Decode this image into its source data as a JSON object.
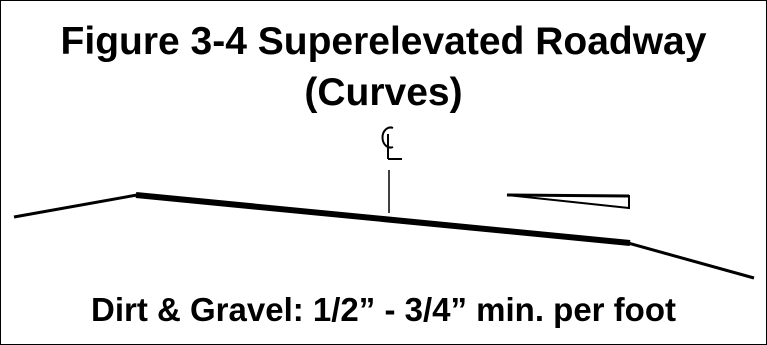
{
  "title_line1": "Figure 3-4 Superelevated Roadway",
  "title_line2": "(Curves)",
  "centerline_symbol": "centerline-symbol",
  "caption": "Dirt & Gravel:  1/2” - 3/4” min. per foot",
  "colors": {
    "ink": "#000000",
    "background": "#ffffff"
  }
}
